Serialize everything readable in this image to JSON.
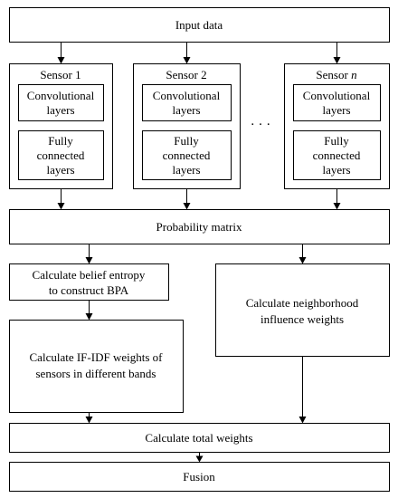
{
  "input": {
    "label": "Input data"
  },
  "sensors": [
    {
      "title_prefix": "Sensor",
      "title_index": "1",
      "conv_line1": "Convolutional",
      "conv_line2": "layers",
      "fc_line1": "Fully",
      "fc_line2": "connected",
      "fc_line3": "layers"
    },
    {
      "title_prefix": "Sensor",
      "title_index": "2",
      "conv_line1": "Convolutional",
      "conv_line2": "layers",
      "fc_line1": "Fully",
      "fc_line2": "connected",
      "fc_line3": "layers"
    },
    {
      "title_prefix": "Sensor",
      "title_index": "n",
      "conv_line1": "Convolutional",
      "conv_line2": "layers",
      "fc_line1": "Fully",
      "fc_line2": "connected",
      "fc_line3": "layers"
    }
  ],
  "ellipsis": "· · ·",
  "probability": {
    "label": "Probability matrix"
  },
  "belief": {
    "line1": "Calculate belief entropy",
    "line2": "to construct BPA"
  },
  "neighborhood": {
    "line1": "Calculate neighborhood",
    "line2": "influence weights"
  },
  "ifidf": {
    "line1": "Calculate IF-IDF weights of",
    "line2": "sensors in different bands"
  },
  "total": {
    "label": "Calculate total weights"
  },
  "fusion": {
    "label": "Fusion"
  }
}
